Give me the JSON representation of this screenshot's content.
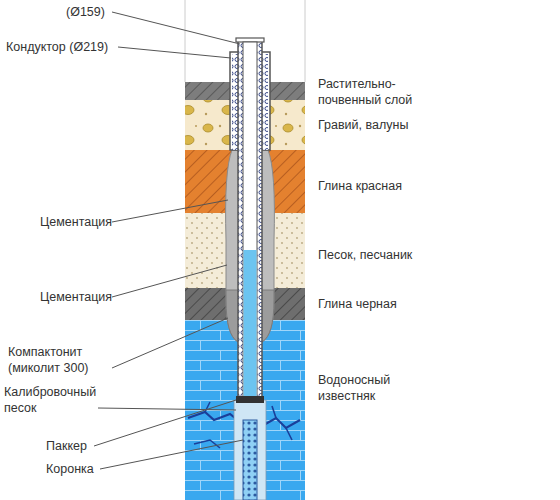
{
  "diagram": {
    "labels": [
      "(Ø159)",
      "Кондуктор (Ø219)",
      "Цементация",
      "Цементация",
      "Компактонит (миколит 300)",
      "Калибровочный песок",
      "Паккер",
      "Коронка",
      "Растительно-почвенный слой",
      "Гравий, валуны",
      "Глина красная",
      "Песок, песчаник",
      "Глина черная",
      "Водоносный известняк"
    ]
  }
}
